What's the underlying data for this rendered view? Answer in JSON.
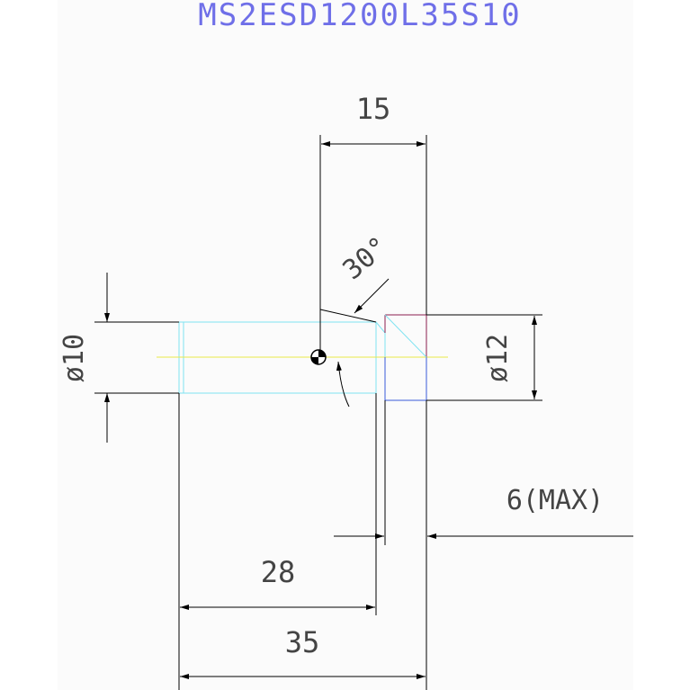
{
  "drawing": {
    "title": "MS2ESD1200L35S10",
    "dimensions": {
      "top_width": "15",
      "angle": "30°",
      "shank_diameter": "ø10",
      "head_diameter": "ø12",
      "max_depth": "6(MAX)",
      "length_inner": "28",
      "length_total": "35"
    }
  },
  "colors": {
    "title": "#6f6fe8",
    "dimension_lines": "#000000",
    "shank": "#7fe3f2",
    "centerline": "#e8e84a",
    "head_top": "#8b1f4f",
    "head_bottom": "#3a5bd9",
    "text": "#444444"
  }
}
